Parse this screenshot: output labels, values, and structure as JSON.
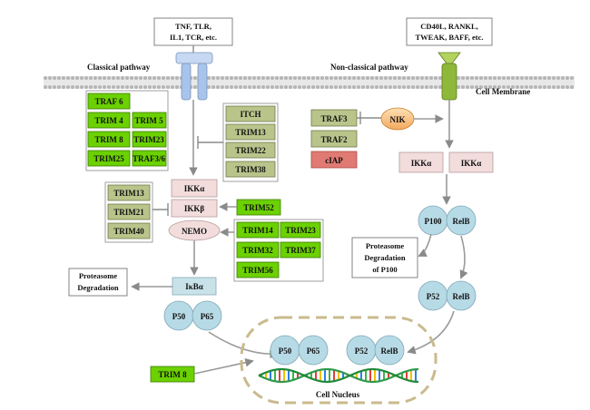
{
  "ligands": {
    "classical": [
      "TNF, TLR,",
      "IL1, TCR, etc."
    ],
    "non_classical": [
      "CD40L, RANKL,",
      "TWEAK, BAFF, etc."
    ]
  },
  "pathways": {
    "classical": "Classical pathway",
    "non_classical": "Non-classical pathway",
    "membrane": "Cell Membrane"
  },
  "groups": {
    "traf_trim": [
      "TRAF 6",
      "TRIM 4",
      "TRIM 5",
      "TRIM 8",
      "TRIM23",
      "TRIM25",
      "TRAF3/6"
    ],
    "itch_trim": [
      "ITCH",
      "TRIM13",
      "TRIM22",
      "TRIM38"
    ],
    "ikk_inhibitors": [
      "TRIM13",
      "TRIM21",
      "TRIM40"
    ],
    "nemo_trim": [
      "TRIM14",
      "TRIM23",
      "TRIM32",
      "TRIM37",
      "TRIM56"
    ],
    "trim52": "TRIM52",
    "trim8_nucleus": "TRIM 8"
  },
  "classical_nodes": {
    "ikka": "IKKα",
    "ikkb": "IKKβ",
    "nemo": "NEMO",
    "ikba": "IκBα",
    "p50": "P50",
    "p65": "P65"
  },
  "degradation": {
    "classical": [
      "Proteasome",
      "Degradation"
    ],
    "non_classical": [
      "Proteasome",
      "Degradation",
      "of  P100"
    ]
  },
  "non_classical_nodes": {
    "traf3": "TRAF3",
    "traf2": "TRAF2",
    "ciap": "cIAP",
    "nik": "NIK",
    "ikka_1": "IKKα",
    "ikka_2": "IKKα",
    "p100": "P100",
    "relb_1": "RelB",
    "p52": "P52",
    "relb_2": "RelB"
  },
  "nucleus": {
    "label": "Cell Nucleus",
    "p50": "P50",
    "p65": "P65",
    "p52": "P52",
    "relb": "RelB"
  },
  "colors": {
    "green_box": "#6bd100",
    "olive_box": "#b9c48b",
    "pink_box": "#f2dcdc",
    "circle": "#b7dbe6",
    "receptor": "#a9c4ea",
    "receptor2": "#8db83a",
    "ciap": "#e07a73",
    "nucleus_border": "#c9bb8e"
  }
}
